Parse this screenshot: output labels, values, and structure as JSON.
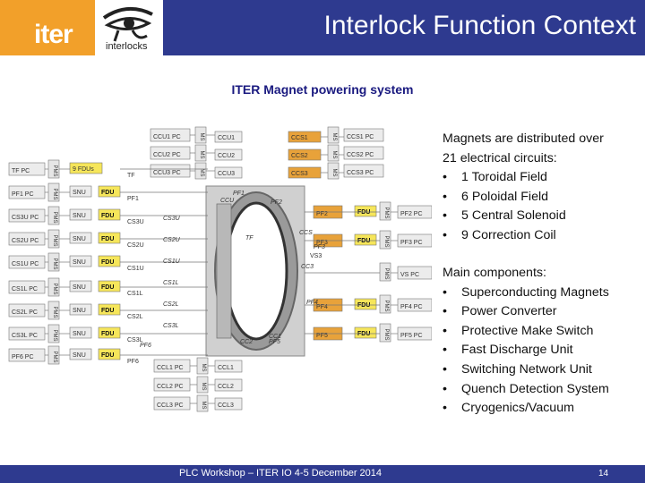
{
  "header": {
    "title": "Interlock Function Context",
    "logo_iter": "iter",
    "logo_interlocks": "interlocks"
  },
  "subtitle": "ITER Magnet powering system",
  "circuits": {
    "intro": [
      "Magnets are distributed over",
      "21 electrical circuits:"
    ],
    "items": [
      "1 Toroidal Field",
      "6 Poloidal Field",
      "5 Central Solenoid",
      "9 Correction Coil"
    ]
  },
  "components": {
    "intro": "Main components:",
    "items": [
      "Superconducting Magnets",
      "Power Converter",
      "Protective Make Switch",
      "Fast Discharge Unit",
      "Switching Network Unit",
      "Quench Detection System",
      "Cryogenics/Vacuum"
    ]
  },
  "diagram": {
    "top_left_pcs": [
      "CCU1 PC",
      "CCU2 PC",
      "CCU3 PC"
    ],
    "top_left_coils": [
      "CCU1",
      "CCU2",
      "CCU3"
    ],
    "top_right_pcs": [
      "CCS1 PC",
      "CCS2 PC",
      "CCS3 PC"
    ],
    "top_right_coils": [
      "CCS1",
      "CCS2",
      "CCS3"
    ],
    "bottom_pcs": [
      "CCL1 PC",
      "CCL2 PC",
      "CCL3 PC"
    ],
    "bottom_coils": [
      "CCL1",
      "CCL2",
      "CCL3"
    ],
    "left_pcs": [
      "TF PC",
      "PF1 PC",
      "CS3U PC",
      "CS2U PC",
      "CS1U PC",
      "CS1L PC",
      "CS2L PC",
      "CS3L PC",
      "PF6 PC"
    ],
    "left_coils": [
      "TF",
      "PF1",
      "CS3U",
      "CS2U",
      "CS1U",
      "CS1L",
      "CS2L",
      "CS3L",
      "PF6"
    ],
    "right_pcs": [
      "PF2 PC",
      "PF3 PC",
      "VS PC",
      "PF4 PC",
      "PF5 PC"
    ],
    "right_coils": [
      "PF2",
      "PF3",
      "PF4",
      "PF5"
    ],
    "tf_fdu": "9 FDUs",
    "snu": "SNU",
    "fdu": "FDU",
    "ms": "MS",
    "pms": "PMS",
    "vs3": "VS3",
    "inner_labels": [
      "TF",
      "CS3U",
      "CS2U",
      "CS1U",
      "CS1L",
      "CS2L",
      "CS3L",
      "CCU",
      "CCS",
      "CC1",
      "CC2",
      "CC3",
      "PF1",
      "PF2",
      "PF3",
      "PF4",
      "PF5",
      "PF6"
    ]
  },
  "footer": {
    "text": "PLC Workshop – ITER  IO 4-5 December 2014",
    "page": "14"
  },
  "colors": {
    "title_bar": "#2e3a8f",
    "logo_orange": "#f2a02a",
    "box_orange": "#e8a23a",
    "box_yellow": "#f6e65a"
  }
}
